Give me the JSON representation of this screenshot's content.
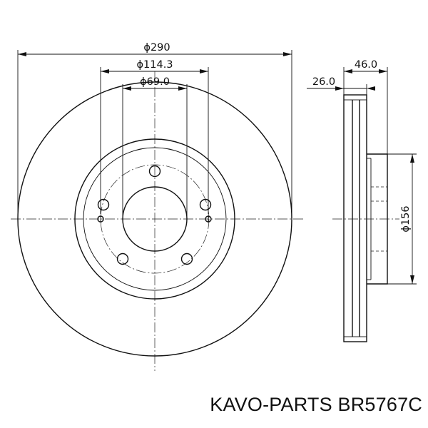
{
  "dimensions": {
    "outer_diameter": "ϕ290",
    "bolt_circle": "ϕ114.3",
    "center_bore": "ϕ69.0",
    "total_height": "46.0",
    "disc_thickness": "26.0",
    "hat_diameter": "ϕ156"
  },
  "caption": "KAVO-PARTS BR5767C"
}
